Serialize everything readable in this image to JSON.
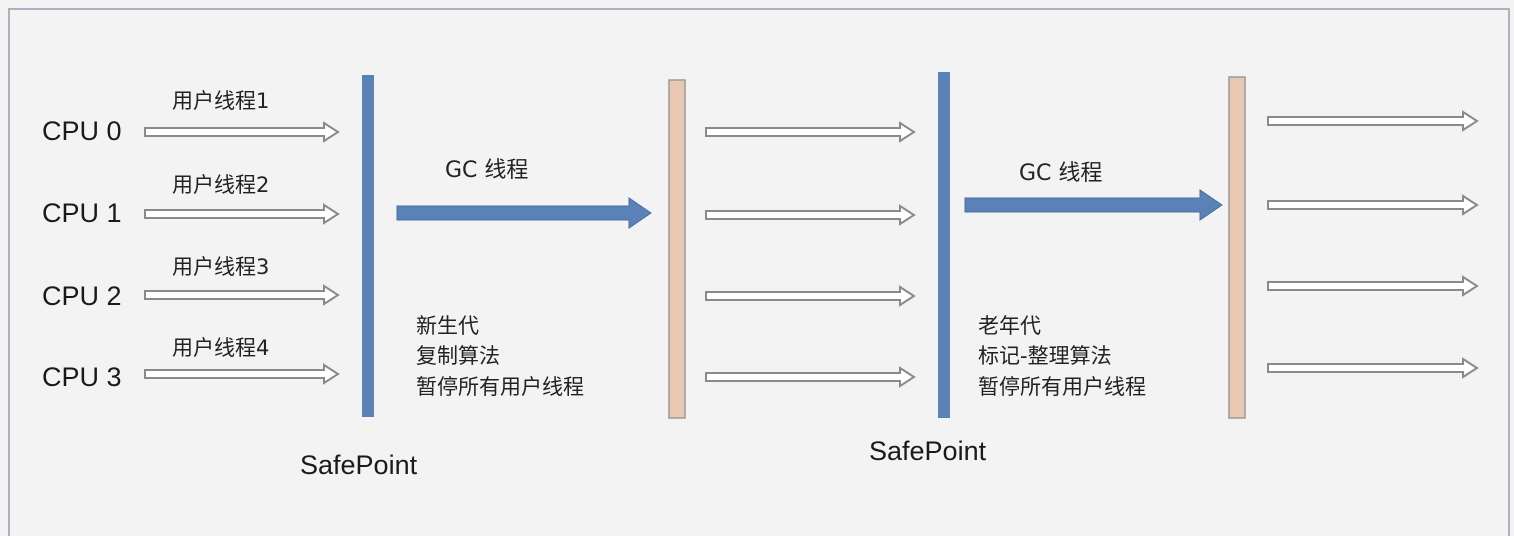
{
  "cpus": [
    {
      "label": "CPU 0",
      "thread": "用户线程1"
    },
    {
      "label": "CPU 1",
      "thread": "用户线程2"
    },
    {
      "label": "CPU 2",
      "thread": "用户线程3"
    },
    {
      "label": "CPU 3",
      "thread": "用户线程4"
    }
  ],
  "phases": [
    {
      "gc_label": "GC 线程",
      "safepoint_label": "SafePoint",
      "notes": [
        "新生代",
        "复制算法",
        "暂停所有用户线程"
      ]
    },
    {
      "gc_label": "GC 线程",
      "safepoint_label": "SafePoint",
      "notes": [
        "老年代",
        "标记-整理算法",
        "暂停所有用户线程"
      ]
    }
  ],
  "colors": {
    "safepoint_bar": "#5b82b8",
    "resume_bar": "#e8c8b2",
    "resume_bar_border": "#9a9a9a",
    "gc_arrow": "#5b82b8",
    "thread_arrow_fill": "#ffffff",
    "thread_arrow_stroke": "#8a8a8a",
    "frame_border": "#a9b2bd",
    "background": "#f3f3f3"
  }
}
